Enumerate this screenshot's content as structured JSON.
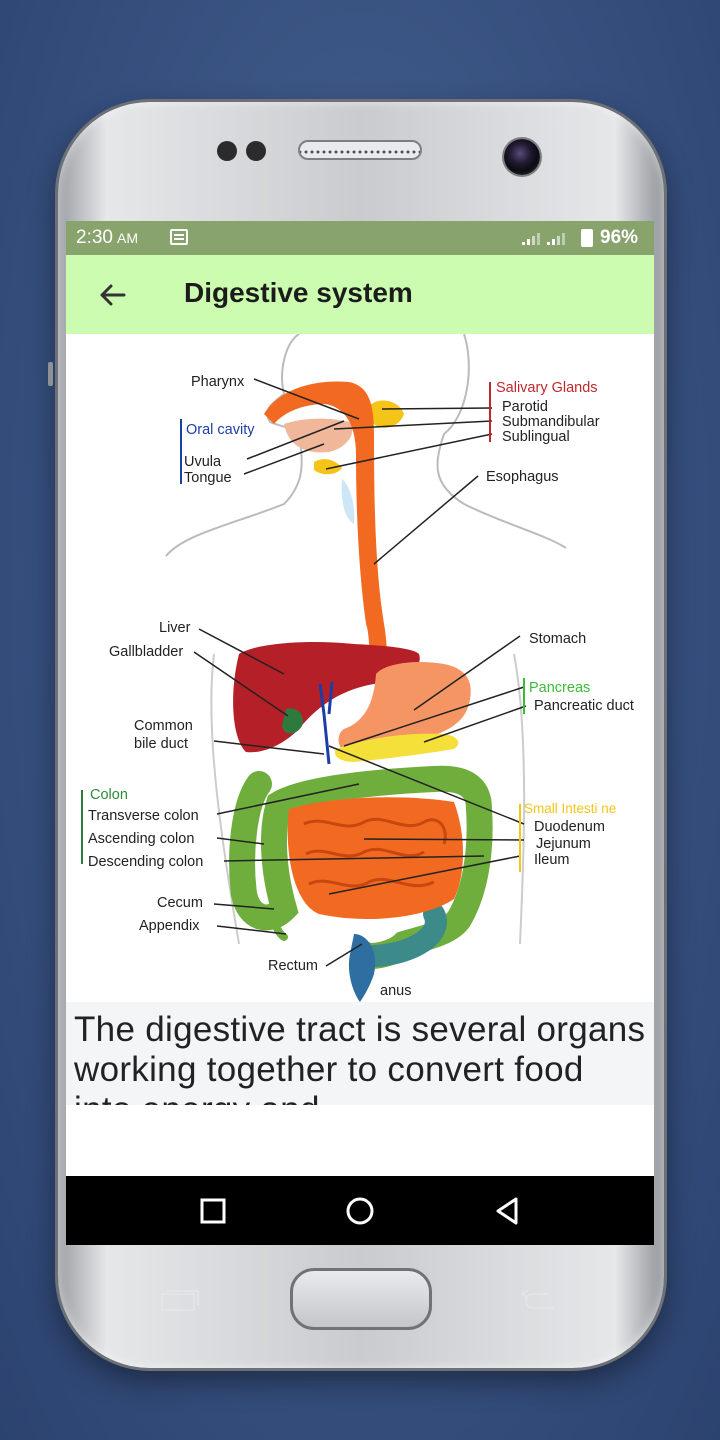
{
  "status_bar": {
    "time": "2:30",
    "ampm": "AM",
    "battery": "96%",
    "icons": [
      "notification-icon",
      "signal-icon",
      "battery-icon"
    ]
  },
  "app_bar": {
    "title": "Digestive system",
    "back_icon": "arrow-left-icon"
  },
  "diagram": {
    "labels": {
      "pharynx": "Pharynx",
      "oral_cavity": "Oral cavity",
      "uvula": "Uvula",
      "tongue": "Tongue",
      "salivary_glands": "Salivary Glands",
      "parotid": "Parotid",
      "submandibular": "Submandibular",
      "sublingual": "Sublingual",
      "esophagus": "Esophagus",
      "liver": "Liver",
      "gallbladder": "Gallbladder",
      "stomach": "Stomach",
      "pancreas": "Pancreas",
      "pancreatic_duct": "Pancreatic duct",
      "common_bile_duct_1": "Common",
      "common_bile_duct_2": "bile duct",
      "colon": "Colon",
      "transverse_colon": "Transverse colon",
      "ascending_colon": "Ascending colon",
      "descending_colon": "Descending colon",
      "small_intestine": "Small Intesti ne",
      "duodenum": "Duodenum",
      "jejunum": "Jejunum",
      "ileum": "Ileum",
      "cecum": "Cecum",
      "appendix": "Appendix",
      "rectum": "Rectum",
      "anus": "anus"
    }
  },
  "content": {
    "text": "The digestive tract is several organs working together to convert food into energy and"
  },
  "nav_bar": {
    "icons": [
      "recents-square-icon",
      "home-circle-icon",
      "back-triangle-icon"
    ]
  },
  "colors": {
    "status_bar": "#89a36d",
    "app_bar": "#ccfcb0",
    "background": "#3a5483"
  }
}
